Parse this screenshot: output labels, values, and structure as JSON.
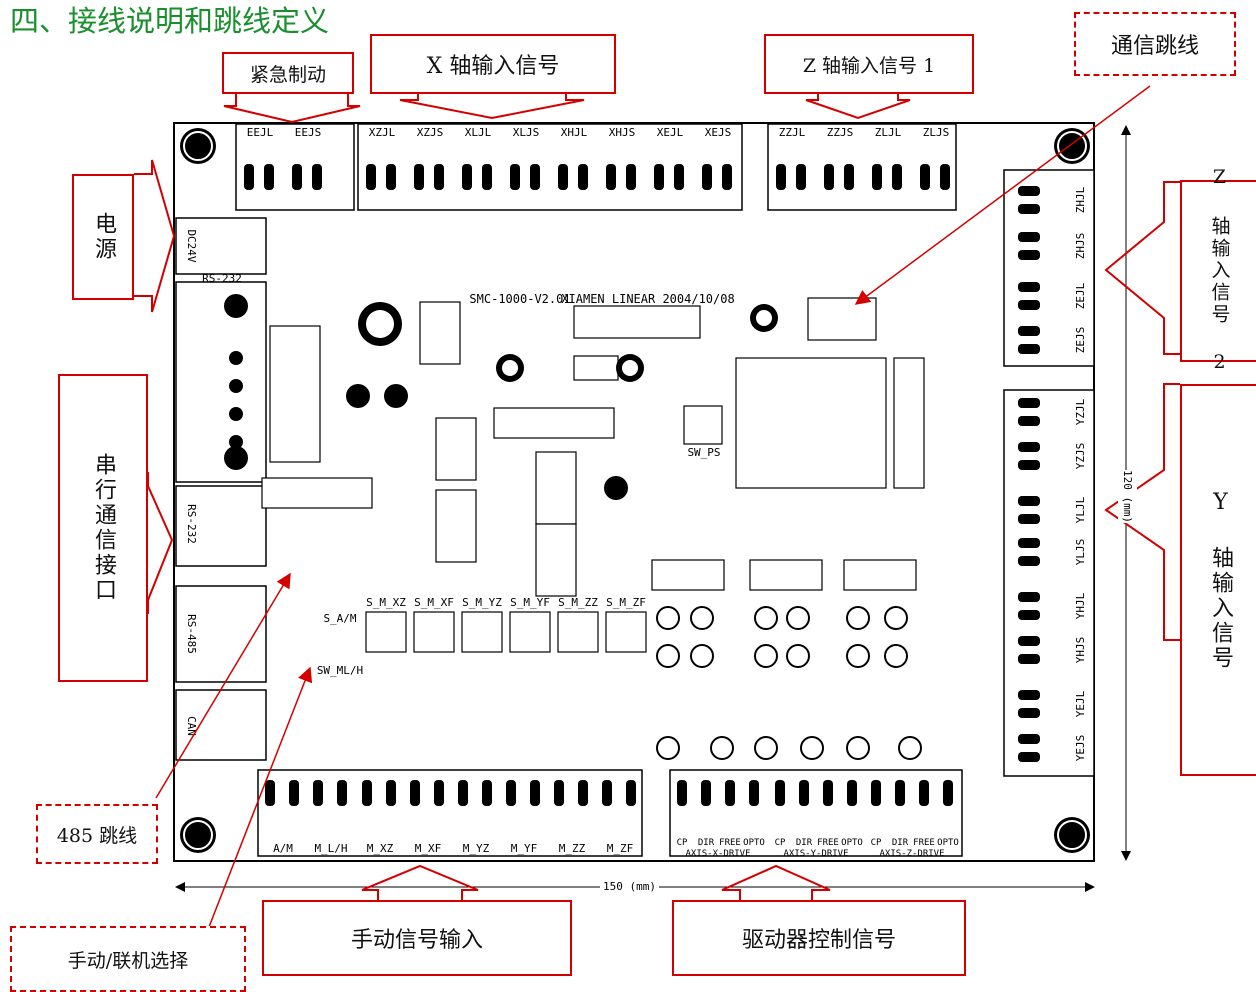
{
  "heading": "四、接线说明和跳线定义",
  "callouts": {
    "emergency_stop": "紧急制动",
    "x_axis_input": "X 轴输入信号",
    "z_axis_input_1": "Z 轴输入信号 1",
    "comm_jumper": "通信跳线",
    "power": "电源",
    "serial_interface": "串行通信接口",
    "z_axis_input_2": "Z 轴输入信号 2",
    "y_axis_input": "Y 轴输入信号",
    "jumper_485": "485 跳线",
    "manual_online_select": "手动/联机选择",
    "manual_signal_input": "手动信号输入",
    "driver_control_signal": "驱动器控制信号"
  },
  "board": {
    "model": "SMC-1000-V2.01",
    "maker_date": "XIAMEN LINEAR 2004/10/08",
    "top_terminals": [
      "EEJL",
      "EEJS",
      "XZJL",
      "XZJS",
      "XLJL",
      "XLJS",
      "XHJL",
      "XHJS",
      "XEJL",
      "XEJS",
      "ZZJL",
      "ZZJS",
      "ZLJL",
      "ZLJS"
    ],
    "right_terminals": [
      "ZHJL",
      "ZHJS",
      "ZEJL",
      "ZEJS",
      "YZJL",
      "YZJS",
      "YLJL",
      "YLJS",
      "YHJL",
      "YHJS",
      "YEJL",
      "YEJS"
    ],
    "bottom_terminals": [
      "A/M",
      "M_L/H",
      "M_XZ",
      "M_XF",
      "M_YZ",
      "M_YF",
      "M_ZZ",
      "M_ZF"
    ],
    "drive_pins": [
      "CP",
      "DIR",
      "FREE",
      "OPTO"
    ],
    "drive_groups": [
      "AXIS-X-DRIVE",
      "AXIS-Y-DRIVE",
      "AXIS-Z-DRIVE"
    ],
    "left_labels": {
      "dc24v": "DC24V",
      "rs232": "RS-232",
      "rs232_port": "RS-232",
      "rs485": "RS-485",
      "can": "CAN"
    },
    "switch_labels": [
      "S_M_XZ",
      "S_M_XF",
      "S_M_YZ",
      "S_M_YF",
      "S_M_ZZ",
      "S_M_ZF"
    ],
    "jumper_labels": {
      "am": "S_A/M",
      "mlh": "SW_ML/H",
      "ps": "SW_PS"
    }
  },
  "dimensions": {
    "width": "150 (mm)",
    "height": "120 (mm)"
  }
}
